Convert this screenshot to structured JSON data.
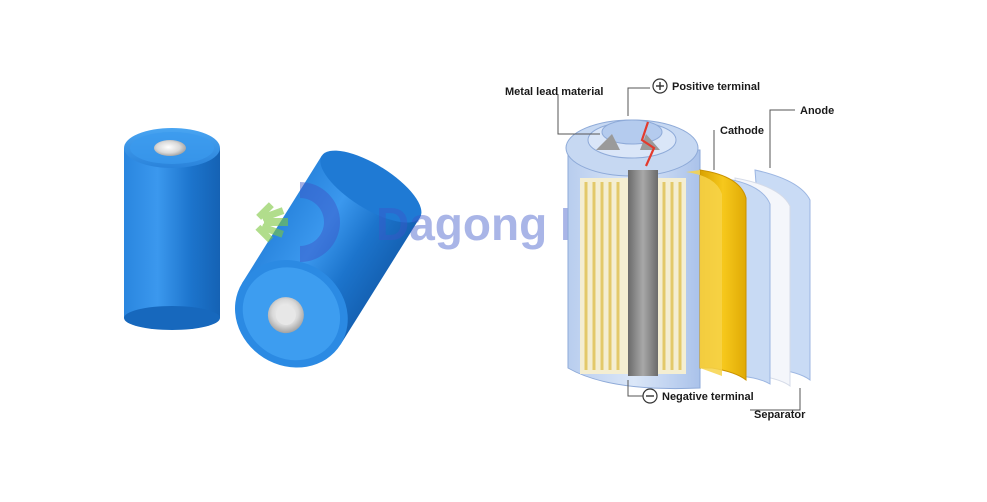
{
  "watermark": {
    "text": "Dagong ESS"
  },
  "labels": {
    "metal_lead": "Metal lead material",
    "positive_terminal": "Positive terminal",
    "cathode": "Cathode",
    "anode": "Anode",
    "negative_terminal": "Negative terminal",
    "separator": "Separator"
  },
  "icons": {
    "positive": "plus-circle-icon",
    "negative": "minus-circle-icon"
  },
  "colors": {
    "battery_blue": "#1f7fd8",
    "cathode_yellow": "#f2c21a",
    "anode_lightblue": "#cfe0f7",
    "watermark_blue": "#3d56c8"
  }
}
